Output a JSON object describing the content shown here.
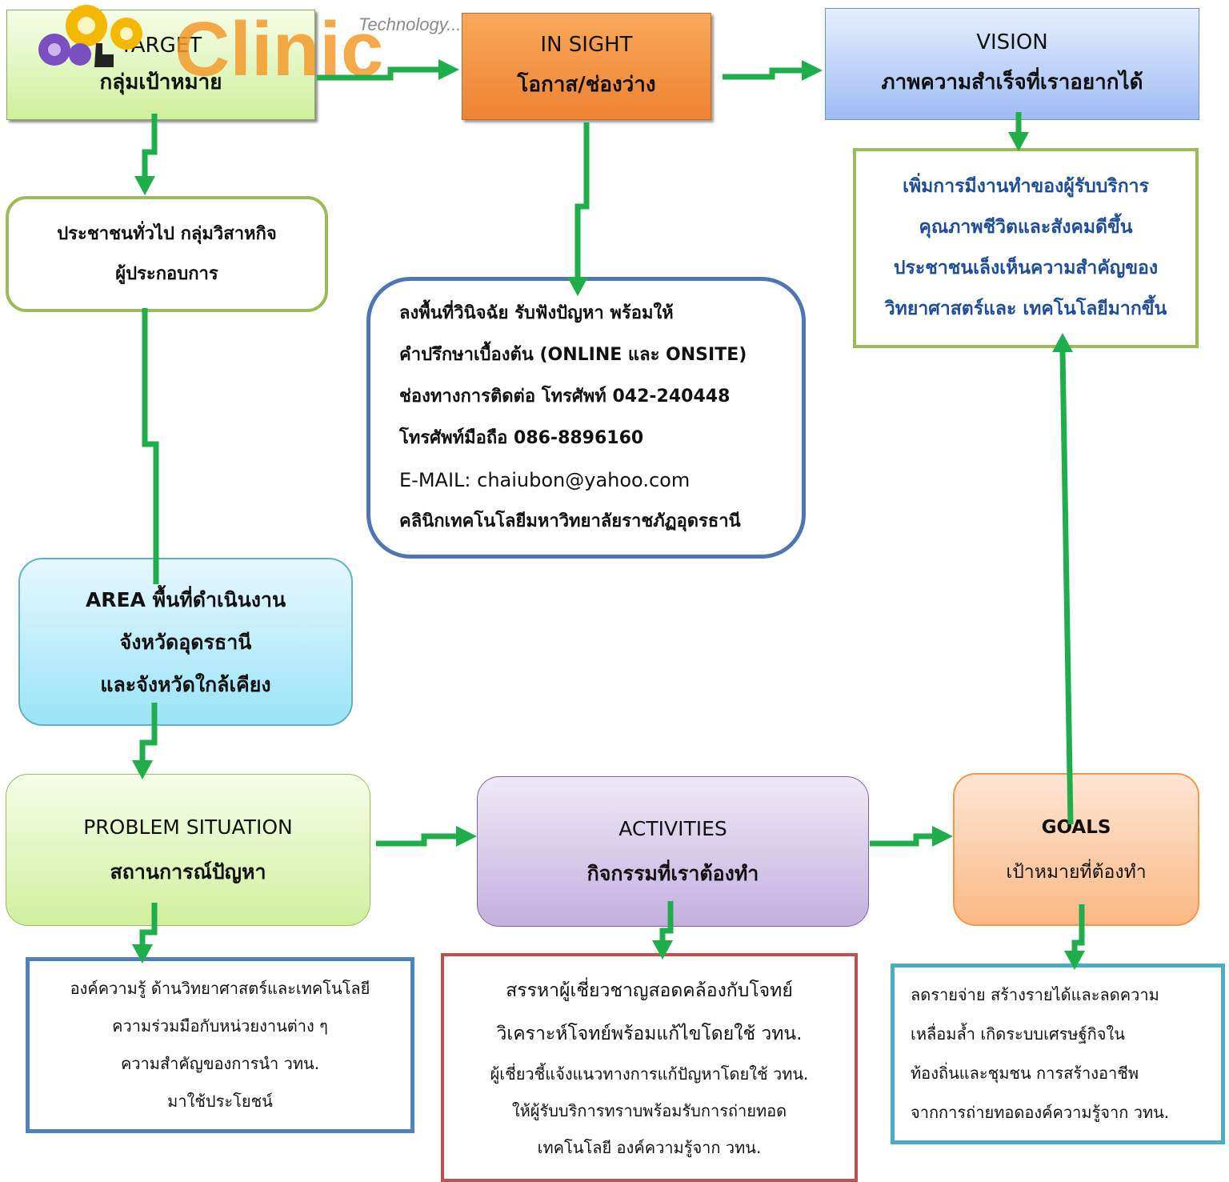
{
  "logo": {
    "text": "Clinic",
    "tagline": "Technology..."
  },
  "colors": {
    "arrow": "#1fae4b"
  },
  "target": {
    "title": "TARGET",
    "subtitle": "กลุ่มเป้าหมาย"
  },
  "insight": {
    "title": "IN SIGHT",
    "subtitle": "โอกาส/ช่องว่าง"
  },
  "vision": {
    "title": "VISION",
    "subtitle": "ภาพความสำเร็จที่เราอยากได้"
  },
  "vision_detail": {
    "lines": [
      "เพิ่มการมีงานทำของผู้รับบริการ",
      "คุณภาพชีวิตและสังคมดีขึ้น",
      "ประชาชนเล็งเห็นความสำคัญของ",
      "วิทยาศาสตร์และ  เทคโนโลยีมากขึ้น"
    ]
  },
  "public": {
    "lines": [
      "ประชาชนทั่วไป กลุ่มวิสาหกิจ",
      "ผู้ประกอบการ"
    ]
  },
  "channel": {
    "lines": [
      "ลงพื้นที่วินิจฉัย รับฟังปัญหา พร้อมให้",
      "คำปรึกษาเบื้องต้น (ONLINE และ ONSITE)",
      "ช่องทางการติดต่อ โทรศัพท์  042-240448",
      "โทรศัพท์มือถือ 086-8896160"
    ],
    "email_label": "E-MAIL: ",
    "email": "chaiubon@yahoo.com",
    "last": "คลินิกเทคโนโลยีมหาวิทยาลัยราชภัฏอุดรธานี"
  },
  "area": {
    "lines": [
      "AREA พื้นที่ดำเนินงาน",
      "จังหวัดอุดรธานี",
      "และจังหวัดใกล้เคียง"
    ]
  },
  "problem": {
    "title": "PROBLEM SITUATION",
    "subtitle": "สถานการณ์ปัญหา"
  },
  "activities": {
    "title": "ACTIVITIES",
    "subtitle": "กิจกรรมที่เราต้องทำ"
  },
  "goals": {
    "title": "GOALS",
    "subtitle": "เป้าหมายที่ต้องทำ"
  },
  "knowledge": {
    "lines": [
      "องค์ความรู้ ด้านวิทยาศาสตร์และเทคโนโลยี",
      "ความร่วมมือกับหน่วยงานต่าง ๆ",
      "ความสำคัญของการนำ วทน.",
      "มาใช้ประโยชน์"
    ]
  },
  "experts": {
    "big": [
      "สรรหาผู้เชี่ยวชาญสอดคล้องกับโจทย์",
      "วิเคราะห์โจทย์พร้อมแก้ไขโดยใช้ วทน."
    ],
    "lines": [
      "ผู้เชี่ยวชี้แจ้งแนวทางการแก้ปัญหาโดยใช้ วทน.",
      "ให้ผู้รับบริการทราบพร้อมรับการถ่ายทอด",
      "เทคโนโลยี องค์ความรู้จาก  วทน."
    ]
  },
  "reduce": {
    "lines": [
      "ลดรายจ่าย สร้างรายได้และลดความ",
      "เหลื่อมล้ำ เกิดระบบเศรษฐ์กิจใน",
      "ท้องถิ่นและชุมชน  การสร้างอาชีพ",
      "จากการถ่ายทอดองค์ความรู้จาก วทน."
    ]
  }
}
